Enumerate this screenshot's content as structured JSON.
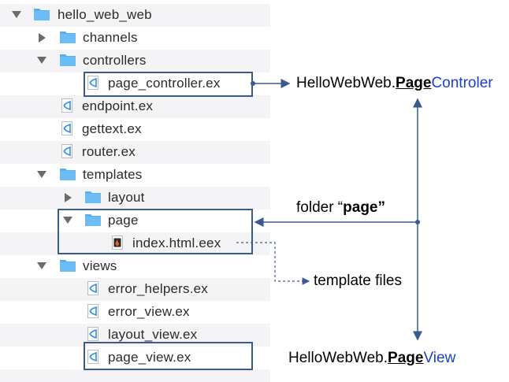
{
  "tree": {
    "root": "hello_web_web",
    "channels": "channels",
    "controllers": "controllers",
    "page_controller": "page_controller.ex",
    "endpoint": "endpoint.ex",
    "gettext": "gettext.ex",
    "router": "router.ex",
    "templates": "templates",
    "layout": "layout",
    "page": "page",
    "index_template": "index.html.eex",
    "views": "views",
    "error_helpers": "error_helpers.ex",
    "error_view": "error_view.ex",
    "layout_view": "layout_view.ex",
    "page_view": "page_view.ex"
  },
  "annotations": {
    "controller_module": {
      "prefix": "HelloWebWeb.",
      "bold": "Page",
      "suffix": "Controler"
    },
    "folder_label": {
      "prefix": "folder  “",
      "bold": "page",
      "suffix": "”"
    },
    "template_files": "template files",
    "view_module": {
      "prefix": "HelloWebWeb.",
      "bold": "Page",
      "suffix": "View"
    }
  },
  "colors": {
    "folder": "#5aaff0",
    "arrow": "#3b5a8e",
    "blue_text": "#1b3fd6",
    "vscode_icon": "#2f8fe6",
    "eex_icon": "#e0662a"
  }
}
